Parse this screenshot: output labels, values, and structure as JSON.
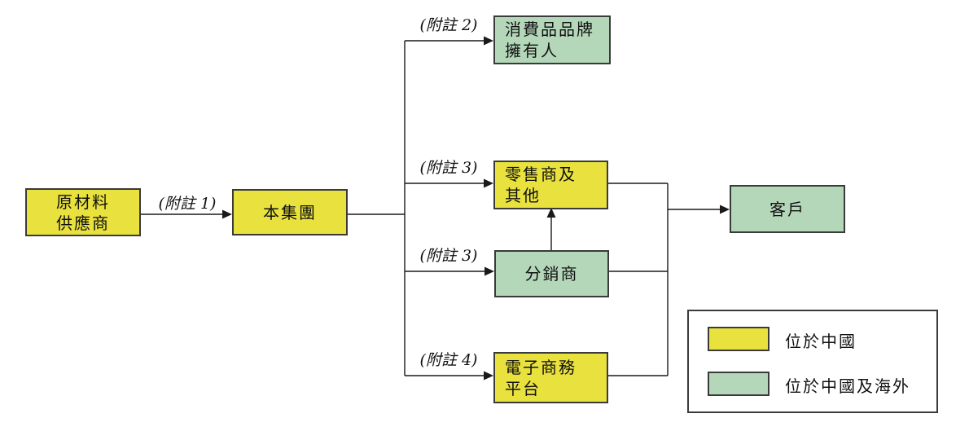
{
  "diagram": {
    "nodes": {
      "raw_material_supplier": {
        "line1": "原材料",
        "line2": "供應商",
        "location": "位於中國"
      },
      "group": {
        "label": "本集團",
        "location": "位於中國"
      },
      "brand_owner": {
        "line1": "消費品品牌",
        "line2": "擁有人",
        "location": "位於中國及海外"
      },
      "retailer": {
        "line1": "零售商及",
        "line2": "其他",
        "location": "位於中國"
      },
      "distributor": {
        "label": "分銷商",
        "location": "位於中國及海外"
      },
      "ecommerce": {
        "line1": "電子商務",
        "line2": "平台",
        "location": "位於中國"
      },
      "customer": {
        "label": "客戶",
        "location": "位於中國及海外"
      }
    },
    "edge_labels": {
      "note1": "(附註 1)",
      "note2": "(附註 2)",
      "note3a": "(附註 3)",
      "note3b": "(附註 3)",
      "note4": "(附註 4)"
    },
    "legend": {
      "items": [
        {
          "color": "#e9e23e",
          "label": "位於中國"
        },
        {
          "color": "#b4d7ba",
          "label": "位於中國及海外"
        }
      ]
    },
    "colors": {
      "china": "#e9e23e",
      "china_and_overseas": "#b4d7ba",
      "line": "#1a1a1a",
      "border": "#3a3a3a",
      "background": "#ffffff"
    }
  }
}
